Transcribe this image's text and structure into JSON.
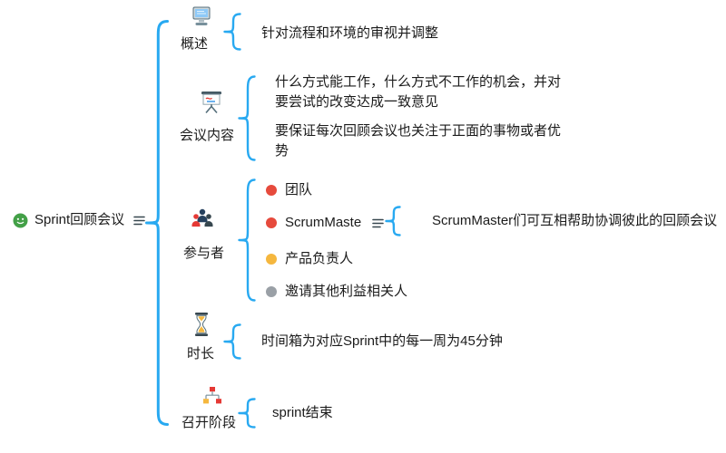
{
  "root": {
    "label": "Sprint回顾会议",
    "icon": "green-smiley-icon",
    "notes_icon": "notes-icon"
  },
  "branches": [
    {
      "label": "概述",
      "icon": "computer-icon",
      "children": [
        {
          "text": "针对流程和环境的审视并调整"
        }
      ]
    },
    {
      "label": "会议内容",
      "icon": "presentation-board-icon",
      "children": [
        {
          "text": "什么方式能工作，什么方式不工作的机会，并对要尝试的改变达成一致意见"
        },
        {
          "text": "要保证每次回顾会议也关注于正面的事物或者优势"
        }
      ]
    },
    {
      "label": "参与者",
      "icon": "people-icon",
      "children": [
        {
          "text": "团队",
          "bullet": "#e64a3c"
        },
        {
          "text": "ScrumMaste",
          "bullet": "#e64a3c",
          "notes_icon": "notes-icon",
          "children": [
            {
              "text": "ScrumMaster们可互相帮助协调彼此的回顾会议"
            }
          ]
        },
        {
          "text": "产品负责人",
          "bullet": "#f5b73e"
        },
        {
          "text": "邀请其他利益相关人",
          "bullet": "#9aa0a6"
        }
      ]
    },
    {
      "label": "时长",
      "icon": "hourglass-icon",
      "children": [
        {
          "text": "时间箱为对应Sprint中的每一周为45分钟"
        }
      ]
    },
    {
      "label": "召开阶段",
      "icon": "flowchart-icon",
      "children": [
        {
          "text": "sprint结束"
        }
      ]
    }
  ],
  "colors": {
    "brace": "#28a9f1",
    "text": "#1b1b1b",
    "bullet_red": "#e64a3c",
    "bullet_yellow": "#f5b73e",
    "bullet_gray": "#9aa0a6",
    "root_icon_green": "#43a047"
  }
}
